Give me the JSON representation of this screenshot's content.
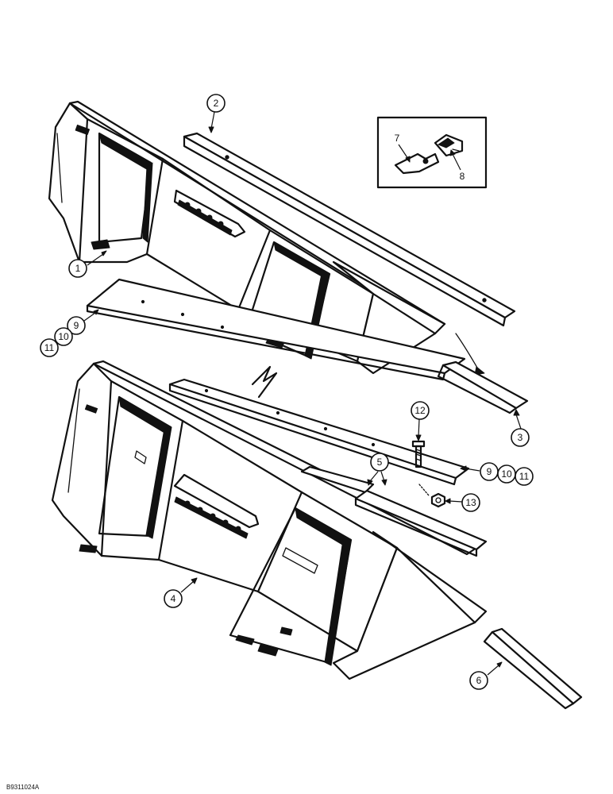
{
  "figure_code": "B9311024A",
  "callouts": {
    "c1": "1",
    "c2": "2",
    "c3": "3",
    "c4": "4",
    "c5": "5",
    "c6": "6",
    "c7": "7",
    "c8": "8",
    "c9a": "9",
    "c10a": "10",
    "c11a": "11",
    "c9b": "9",
    "c10b": "10",
    "c11b": "11",
    "c12": "12",
    "c13": "13"
  }
}
